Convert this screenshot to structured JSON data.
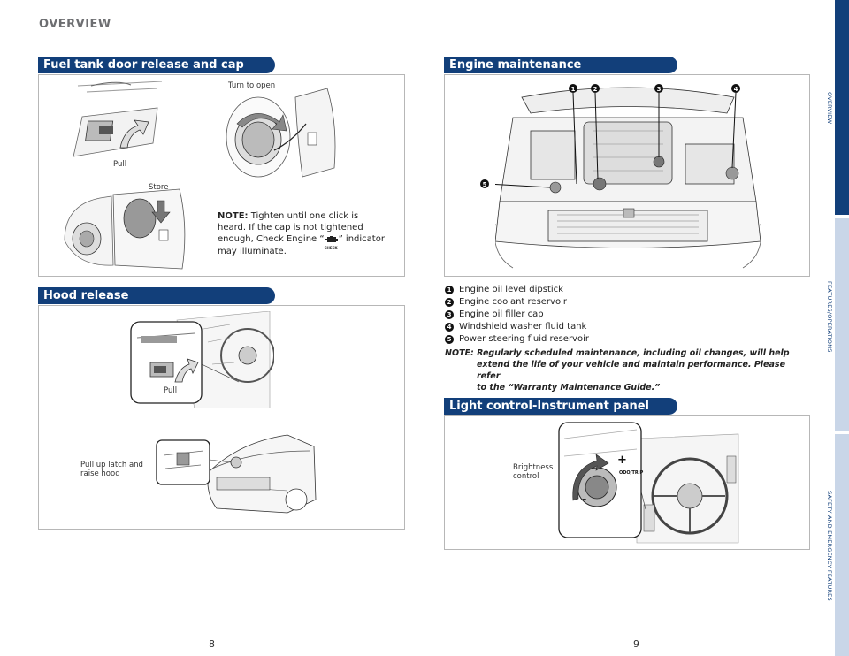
{
  "header": {
    "title": "OVERVIEW"
  },
  "fuel": {
    "heading": "Fuel tank door release and cap",
    "pull_label": "Pull",
    "turn_label": "Turn to open",
    "store_label": "Store",
    "note_bold": "NOTE:",
    "note_line1": " Tighten until one click is",
    "note_line2": "heard. If the cap is not tightened",
    "note_line3a": "enough, Check Engine “",
    "note_line3b": "” indicator",
    "note_line4": "may illuminate.",
    "check_icon_text": "CHECK"
  },
  "hood": {
    "heading": "Hood release",
    "pull_label": "Pull",
    "latch_line1": "Pull up latch and",
    "latch_line2": "raise hood"
  },
  "engine": {
    "heading": "Engine maintenance",
    "items": [
      {
        "num": "1",
        "label": "Engine oil level dipstick"
      },
      {
        "num": "2",
        "label": "Engine coolant reservoir"
      },
      {
        "num": "3",
        "label": "Engine oil filler cap"
      },
      {
        "num": "4",
        "label": "Windshield washer fluid tank"
      },
      {
        "num": "5",
        "label": "Power steering fluid reservoir"
      }
    ],
    "note_line1": "NOTE: Regularly scheduled maintenance, including oil changes, will help",
    "note_line2": "extend the life of your vehicle and maintain performance. Please refer",
    "note_line3": "to the “Warranty Maintenance Guide.”"
  },
  "light": {
    "heading": "Light control-Instrument panel",
    "brightness_line1": "Brightness",
    "brightness_line2": "control",
    "plus": "+",
    "minus": "-",
    "odo_label": "ODO/TRIP"
  },
  "pages": {
    "left": "8",
    "right": "9"
  },
  "side_tabs": {
    "tab1": "OVERVIEW",
    "tab2": "FEATURES/OPERATIONS",
    "tab3": "SAFETY AND EMERGENCY FEATURES"
  },
  "colors": {
    "banner": "#123f7a",
    "tab_active": "#123f7a",
    "tab_inactive": "#c9d6e8"
  }
}
